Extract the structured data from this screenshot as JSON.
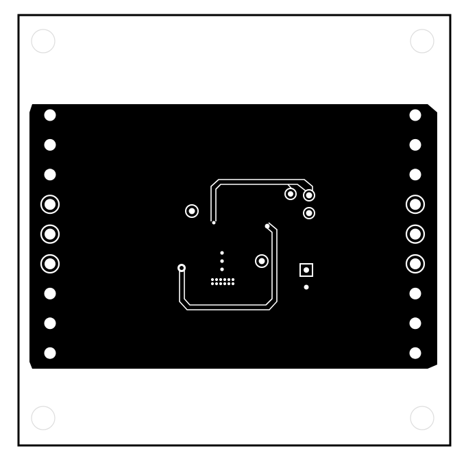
{
  "view": {
    "layer": "bottom copper",
    "colors": {
      "copper": "#000000",
      "substrate": "#ffffff",
      "outline": "#000000",
      "mounting_hole": "#dddddd"
    }
  },
  "components": {
    "left_header": {
      "pin_count": 9,
      "large_pad_rows": [
        4,
        5,
        6
      ]
    },
    "right_header": {
      "pin_count": 9,
      "large_pad_rows": [
        4,
        5,
        6
      ]
    },
    "mounting_holes": 4,
    "thermal_via_array": {
      "rows": 2,
      "columns": 6
    },
    "square_test_pad": 1
  }
}
